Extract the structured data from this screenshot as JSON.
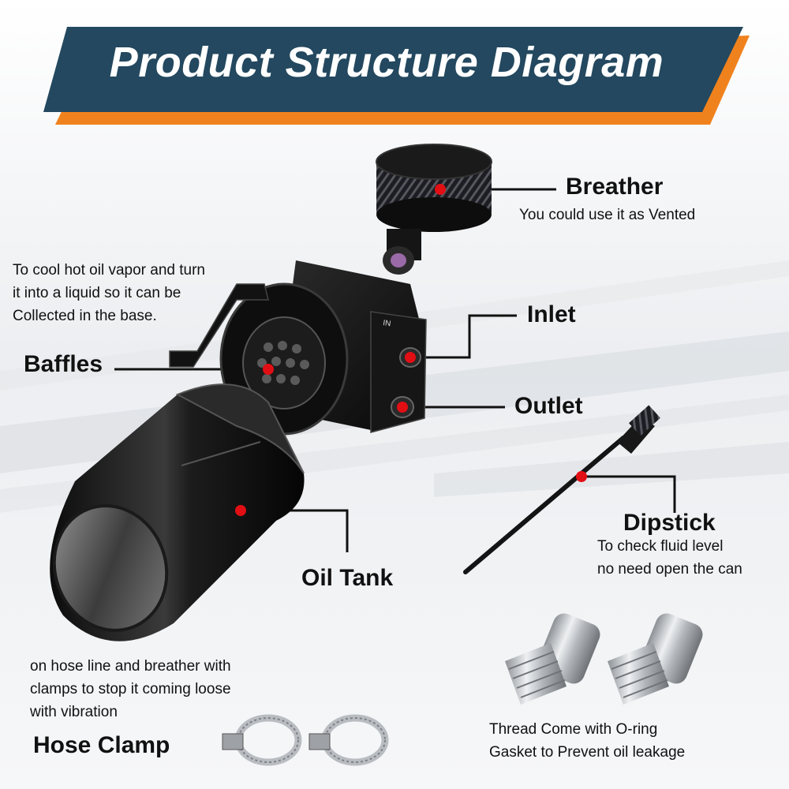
{
  "header": {
    "title": "Product Structure Diagram"
  },
  "colors": {
    "banner": "#23485f",
    "accent": "#f0821e",
    "marker": "#e10e14"
  },
  "parts": {
    "breather": {
      "label": "Breather",
      "desc": "You could use it as Vented"
    },
    "baffles": {
      "label": "Baffles",
      "desc": [
        "To cool hot oil vapor and turn",
        "it into a liquid so it can be",
        "Collected in the base."
      ]
    },
    "inlet": {
      "label": "Inlet",
      "marking": "IN"
    },
    "outlet": {
      "label": "Outlet"
    },
    "dipstick": {
      "label": "Dipstick",
      "desc": [
        "To check fluid level",
        "no need open the can"
      ]
    },
    "oil_tank": {
      "label": "Oil Tank"
    },
    "hose_clamp": {
      "label": "Hose Clamp",
      "desc": [
        "on hose line and breather with",
        "clamps to stop it coming loose",
        "with vibration"
      ]
    },
    "fittings": {
      "desc": [
        "Thread Come with O-ring",
        "Gasket to Prevent oil leakage"
      ]
    }
  }
}
